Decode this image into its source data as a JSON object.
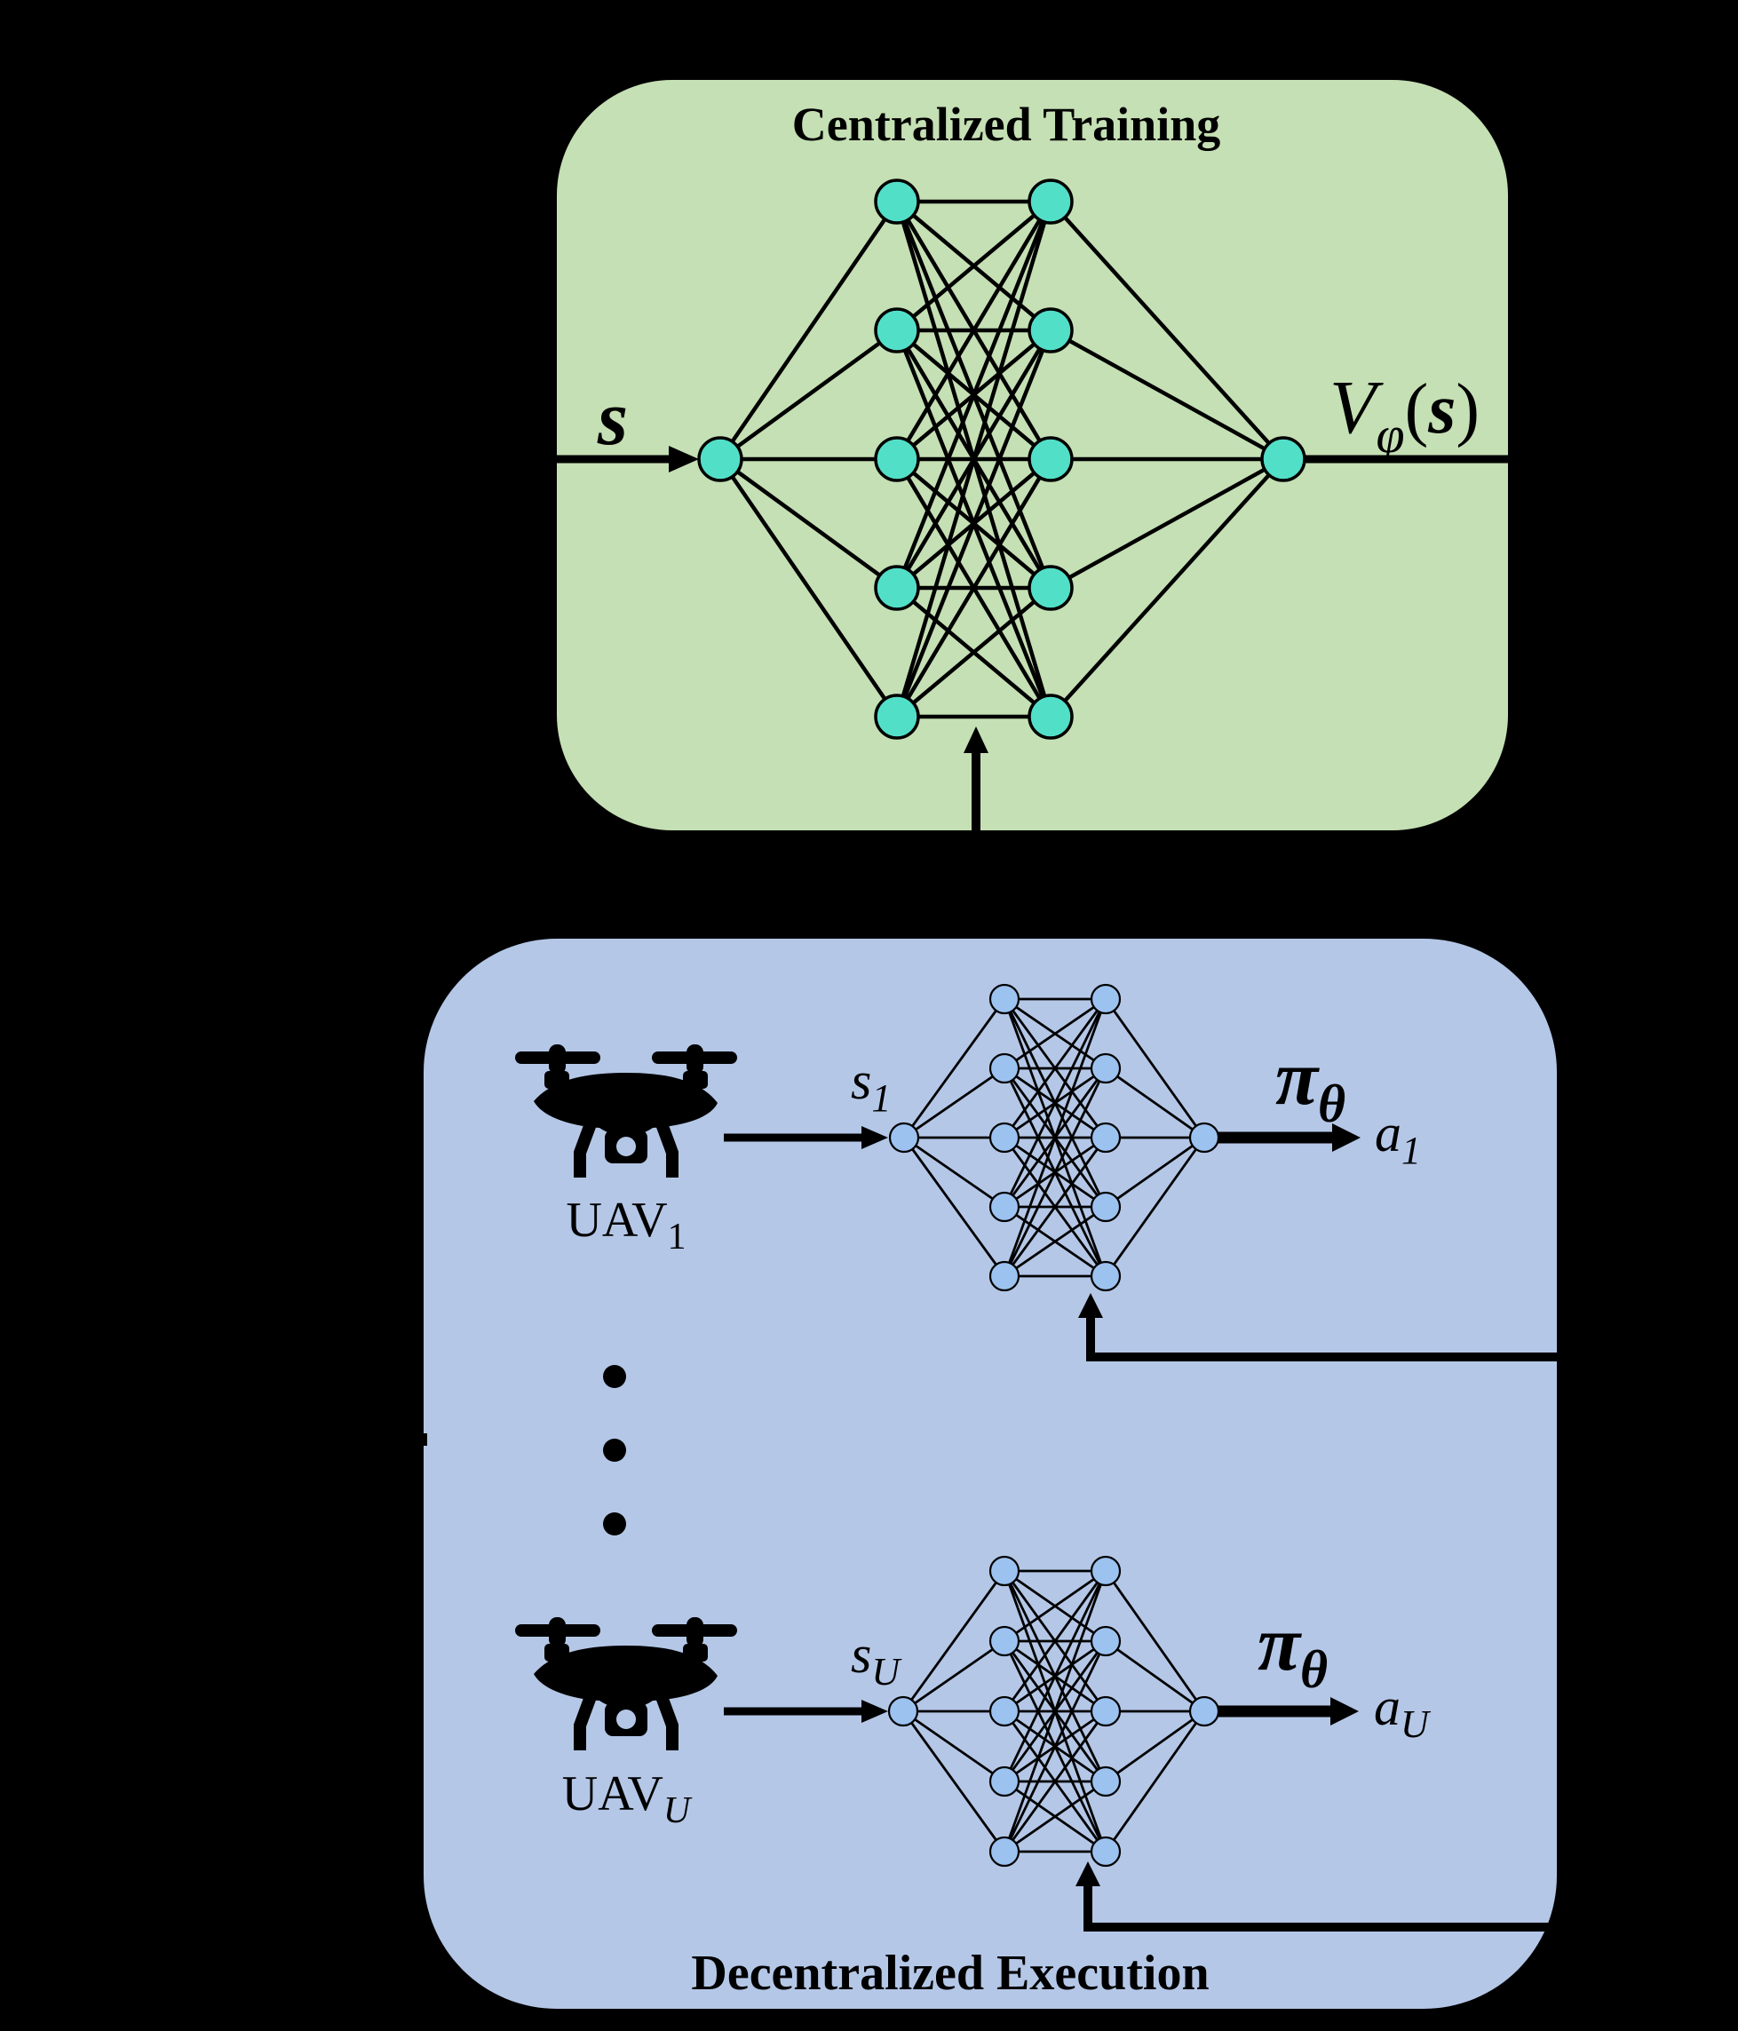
{
  "colors": {
    "canvas_bg": "#000000",
    "training_box_bg": "#c5e0b4",
    "execution_box_bg": "#b4c7e7",
    "critic_node_fill": "#52dfc8",
    "actor_node_fill": "#9cc2f0",
    "line_color": "#000000",
    "text_color": "#000000"
  },
  "training_box": {
    "title": "Centralized Training",
    "input_label": "s",
    "output_label": {
      "base": "V",
      "sub": "φ",
      "open": "(",
      "arg": "s",
      "close": ")"
    },
    "network": {
      "input_nodes": 1,
      "hidden_layers": [
        5,
        5
      ],
      "output_nodes": 1
    }
  },
  "execution_box": {
    "title": "Decentralized Execution",
    "ellipsis_dots": 3,
    "agents": [
      {
        "uav_label": {
          "base": "UAV",
          "sub": "1"
        },
        "state_label": {
          "base": "s",
          "sub": "1"
        },
        "policy_label": {
          "base": "π",
          "sub": "θ"
        },
        "action_label": {
          "base": "a",
          "sub": "1"
        },
        "network": {
          "input_nodes": 1,
          "hidden_layers": [
            5,
            5
          ],
          "output_nodes": 1
        }
      },
      {
        "uav_label": {
          "base": "UAV",
          "sub": "U"
        },
        "state_label": {
          "base": "s",
          "sub": "U"
        },
        "policy_label": {
          "base": "π",
          "sub": "θ"
        },
        "action_label": {
          "base": "a",
          "sub": "U"
        },
        "network": {
          "input_nodes": 1,
          "hidden_layers": [
            5,
            5
          ],
          "output_nodes": 1
        }
      }
    ]
  }
}
